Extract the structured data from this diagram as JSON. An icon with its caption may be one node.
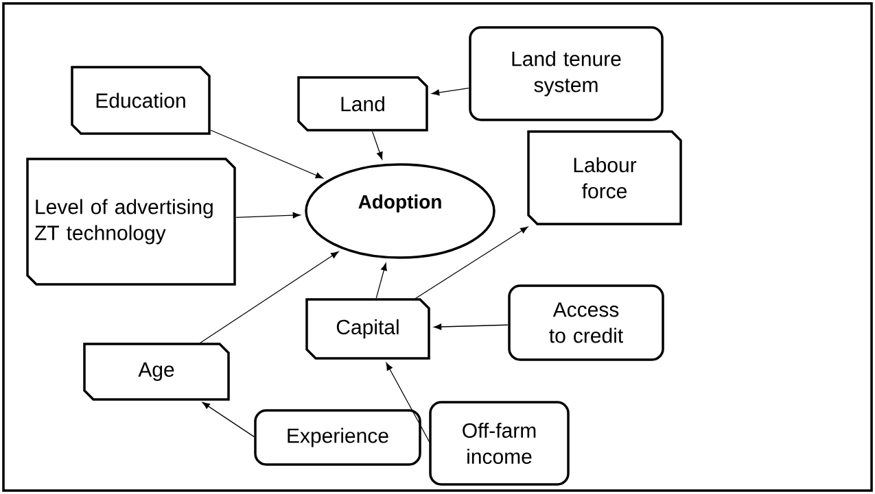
{
  "diagram": {
    "nodes": [
      {
        "text": [
          "Education"
        ]
      },
      {
        "text": [
          "Land"
        ]
      },
      {
        "text": [
          "Land tenure system"
        ]
      },
      {
        "text": [
          "Labour force"
        ]
      },
      {
        "text": [
          "Level of advertising ZT technology"
        ]
      },
      {
        "text": [
          "Adoption"
        ]
      },
      {
        "text": [
          "Capital"
        ]
      },
      {
        "text": [
          "Access to credit"
        ]
      },
      {
        "text": [
          "Age"
        ]
      },
      {
        "text": [
          "Experience"
        ]
      },
      {
        "text": [
          "Off-farm income"
        ]
      }
    ],
    "edges": [
      {
        "from": 0,
        "to": 5,
        "arrow": "to"
      },
      {
        "from": 2,
        "to": 1,
        "arrow": "to"
      },
      {
        "from": 1,
        "to": 5,
        "arrow": "to"
      },
      {
        "from": 4,
        "to": 5,
        "arrow": "to"
      },
      {
        "from": 8,
        "to": 5,
        "arrow": "to"
      },
      {
        "from": 6,
        "to": 5,
        "arrow": "to"
      },
      {
        "from": 6,
        "to": 3,
        "arrow": "to"
      },
      {
        "from": 7,
        "to": 6,
        "arrow": "to"
      },
      {
        "from": 10,
        "to": 6,
        "arrow": "to"
      },
      {
        "from": 9,
        "to": 8,
        "arrow": "to"
      }
    ]
  }
}
